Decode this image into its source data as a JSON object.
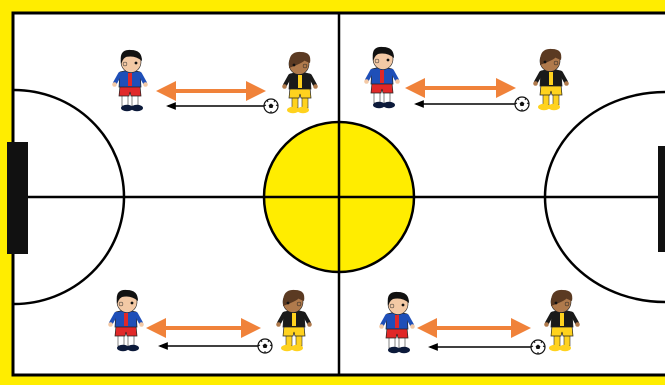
{
  "colors": {
    "border": "#ffed00",
    "center_circle": "#ffed00",
    "lines": "#000000",
    "goal": "#111111",
    "pitch": "#ffffff",
    "arrow_pass": "#f0823a",
    "arrow_ball": "#000000"
  },
  "player_a": {
    "hair": "#111111",
    "skin": "#f3c9a5",
    "shirt": "#1f4fb8",
    "shirt_accent": "#e02828",
    "shorts": "#e02828",
    "shoes": "#0c1a3a",
    "socks": "#ffffff"
  },
  "player_b": {
    "hair": "#5b3a22",
    "skin": "#b07a4c",
    "shirt": "#1a1a1a",
    "shirt_accent": "#ffd21e",
    "shorts": "#ffd21e",
    "shoes": "#ffd21e",
    "socks": "#ffd21e"
  },
  "ball_icon": "soccer-ball",
  "drills": [
    {
      "id": "drill-top-left",
      "pass": "double-arrow",
      "dribble": "single-arrow"
    },
    {
      "id": "drill-top-right",
      "pass": "double-arrow",
      "dribble": "single-arrow"
    },
    {
      "id": "drill-bottom-left",
      "pass": "double-arrow",
      "dribble": "single-arrow"
    },
    {
      "id": "drill-bottom-right",
      "pass": "double-arrow",
      "dribble": "single-arrow"
    }
  ]
}
